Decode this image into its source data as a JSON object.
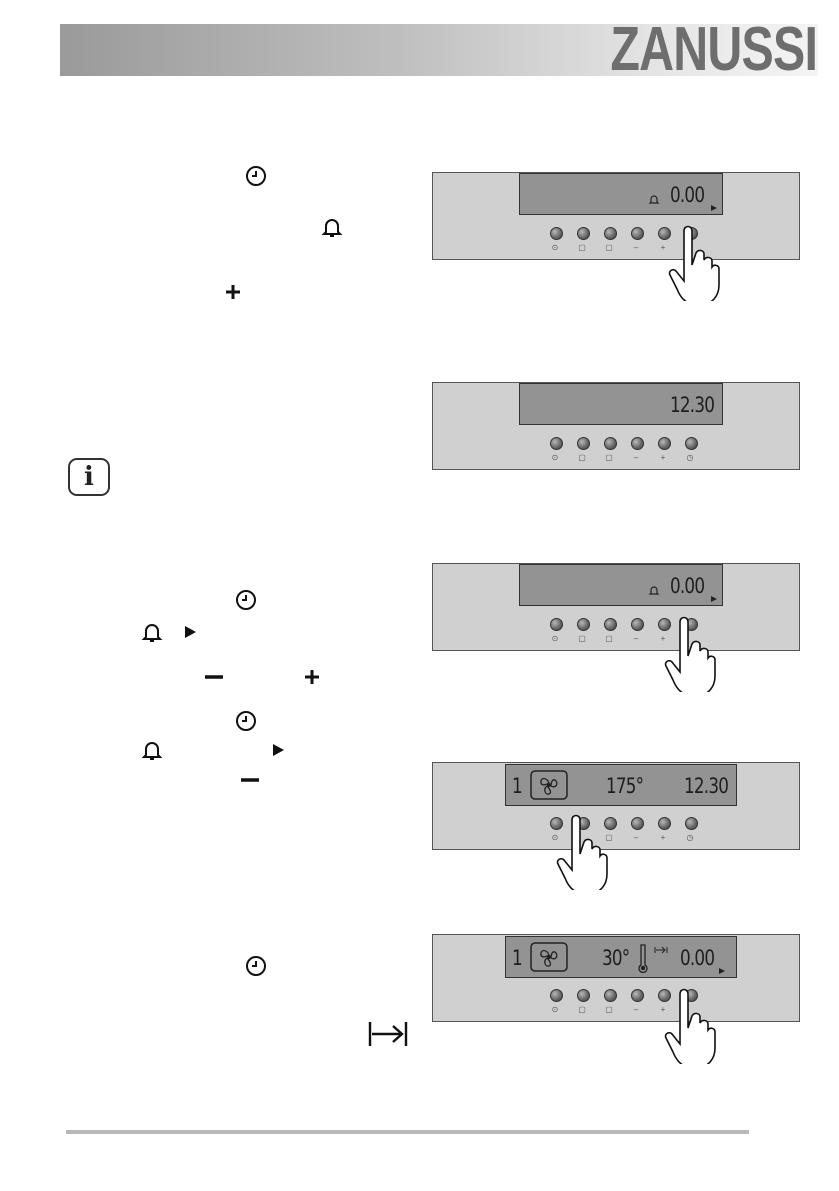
{
  "header": {
    "brand": "ZANUSSI"
  },
  "text_icons": [
    "clock-icon",
    "bell-icon",
    "plus-icon",
    "clock-icon",
    "bell-icon",
    "play-icon",
    "minus-icon",
    "plus-icon",
    "clock-icon",
    "bell-icon",
    "play-icon",
    "minus-icon",
    "clock-icon",
    "end-of-cooking-icon"
  ],
  "info": {
    "label": "i"
  },
  "panels": [
    {
      "display": "0.00",
      "bell": true
    },
    {
      "display": "12.30"
    },
    {
      "display": "0.00",
      "bell": true
    },
    {
      "level": "1",
      "temperature": "175°",
      "clock": "12.30"
    },
    {
      "level": "1",
      "temperature": "30°",
      "timer": "0.00"
    }
  ],
  "button_labels": [
    "⊙",
    "▢",
    "▢",
    "–",
    "+",
    "◷"
  ]
}
